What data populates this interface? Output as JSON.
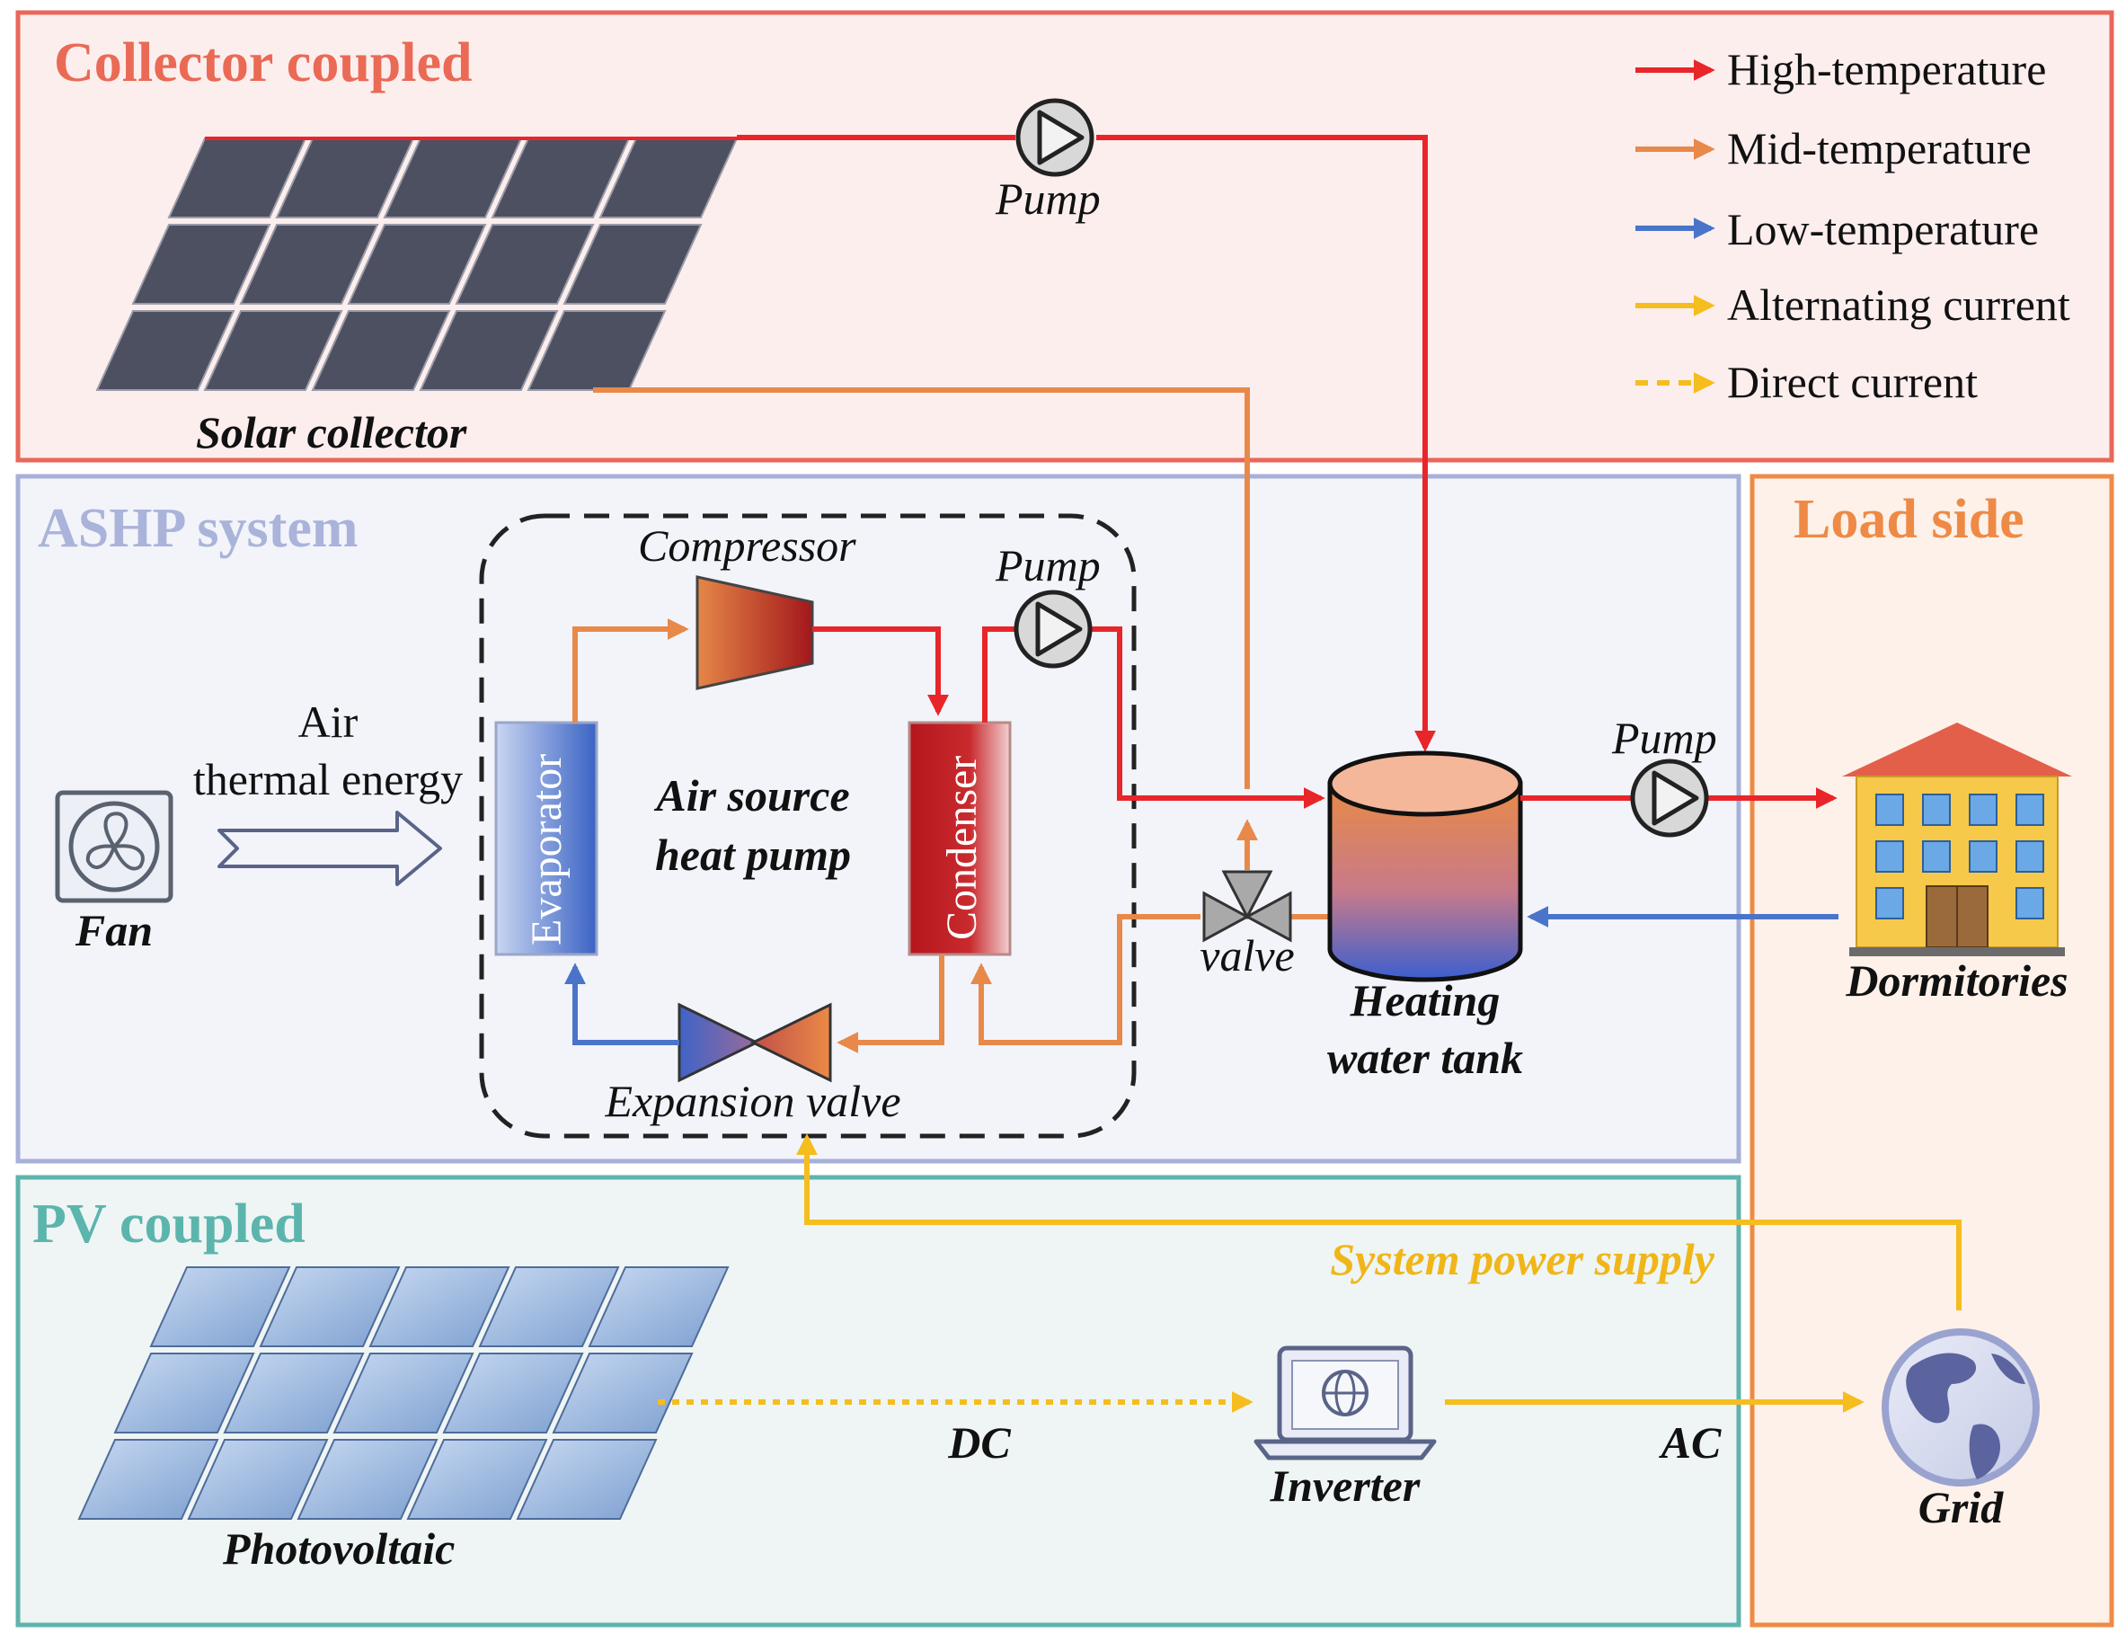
{
  "sections": {
    "collector": "Collector coupled",
    "ashp": "ASHP system",
    "pv": "PV coupled",
    "load": "Load side"
  },
  "legend": [
    {
      "label": "High-temperature",
      "color": "#e8262a",
      "style": "solid"
    },
    {
      "label": "Mid-temperature",
      "color": "#e8894a",
      "style": "solid"
    },
    {
      "label": "Low-temperature",
      "color": "#4a74c9",
      "style": "solid"
    },
    {
      "label": "Alternating current",
      "color": "#f5bd1e",
      "style": "solid"
    },
    {
      "label": "Direct current",
      "color": "#f5bd1e",
      "style": "dashed"
    }
  ],
  "components": {
    "solar_collector": "Solar collector",
    "pump_collector": "Pump",
    "compressor": "Compressor",
    "pump_ashp": "Pump",
    "evaporator": "Evaporator",
    "condenser": "Condenser",
    "heat_pump_line1": "Air source",
    "heat_pump_line2": "heat pump",
    "expansion_valve": "Expansion valve",
    "fan": "Fan",
    "air_line1": "Air",
    "air_line2": "thermal energy",
    "valve": "valve",
    "tank_line1": "Heating",
    "tank_line2": "water tank",
    "pump_load": "Pump",
    "dormitories": "Dormitories",
    "photovoltaic": "Photovoltaic",
    "dc": "DC",
    "inverter": "Inverter",
    "ac": "AC",
    "grid": "Grid",
    "system_power_supply": "System power supply"
  },
  "colors": {
    "high": "#e8262a",
    "mid": "#e8894a",
    "low": "#4a74c9",
    "power": "#f5bd1e",
    "collector_border": "#e8675a",
    "ashp_border": "#a7b0d8",
    "pv_border": "#5fb4ac",
    "load_border": "#ee8a45",
    "collector_title": "#ea6a55",
    "ashp_title": "#aab3d9",
    "pv_title": "#5cb5ad",
    "load_title": "#ee8a45",
    "power_label": "#f0b619"
  }
}
